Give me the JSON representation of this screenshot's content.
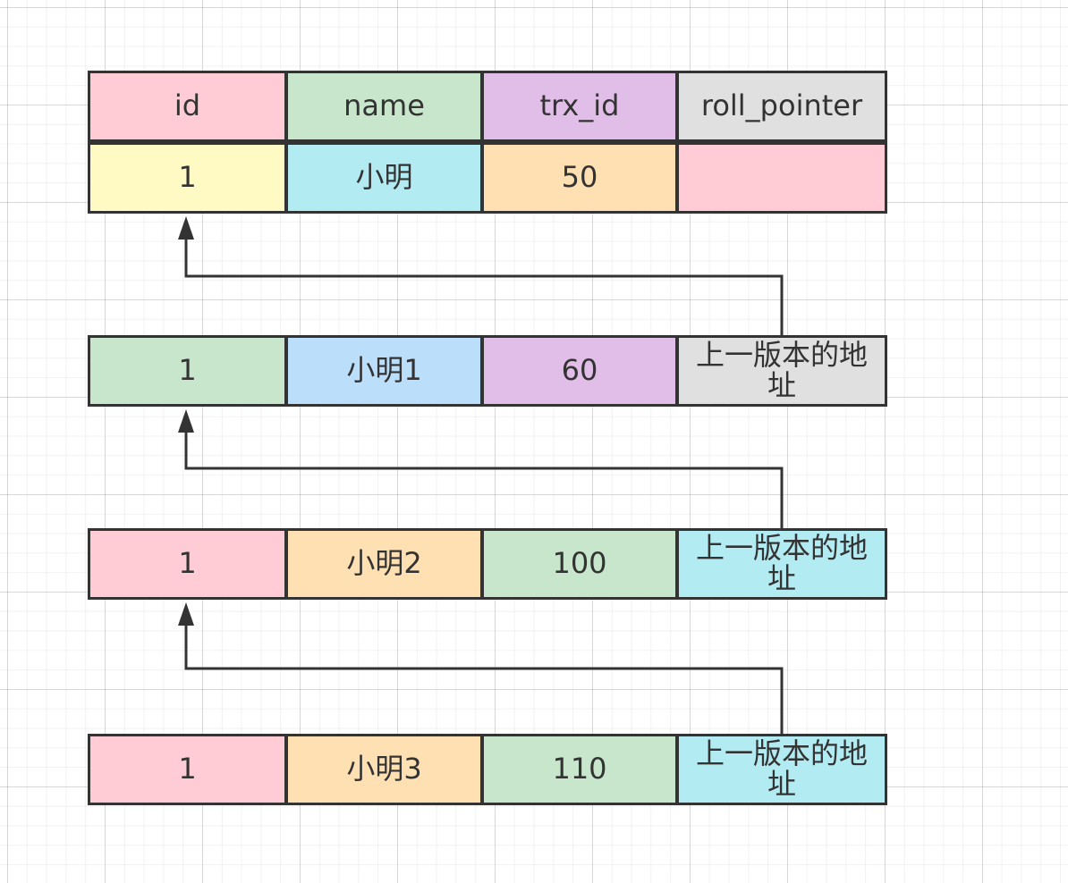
{
  "header": {
    "id": "id",
    "name": "name",
    "trx_id": "trx_id",
    "roll_pointer": "roll_pointer"
  },
  "rows": [
    {
      "id": "1",
      "name": "小明",
      "trx_id": "50",
      "roll_pointer": ""
    },
    {
      "id": "1",
      "name": "小明1",
      "trx_id": "60",
      "roll_pointer": "上一版本的地址"
    },
    {
      "id": "1",
      "name": "小明2",
      "trx_id": "100",
      "roll_pointer": "上一版本的地址"
    },
    {
      "id": "1",
      "name": "小明3",
      "trx_id": "110",
      "roll_pointer": "上一版本的地址"
    }
  ],
  "colors": {
    "pink": "#ffccd5",
    "green": "#c8e6cb",
    "purple": "#e1bee7",
    "gray": "#e0e0e0",
    "yellow": "#fff9c3",
    "cyan": "#b2ebf2",
    "orange": "#ffe0b2",
    "blue": "#bbdefb",
    "border": "#333333"
  }
}
